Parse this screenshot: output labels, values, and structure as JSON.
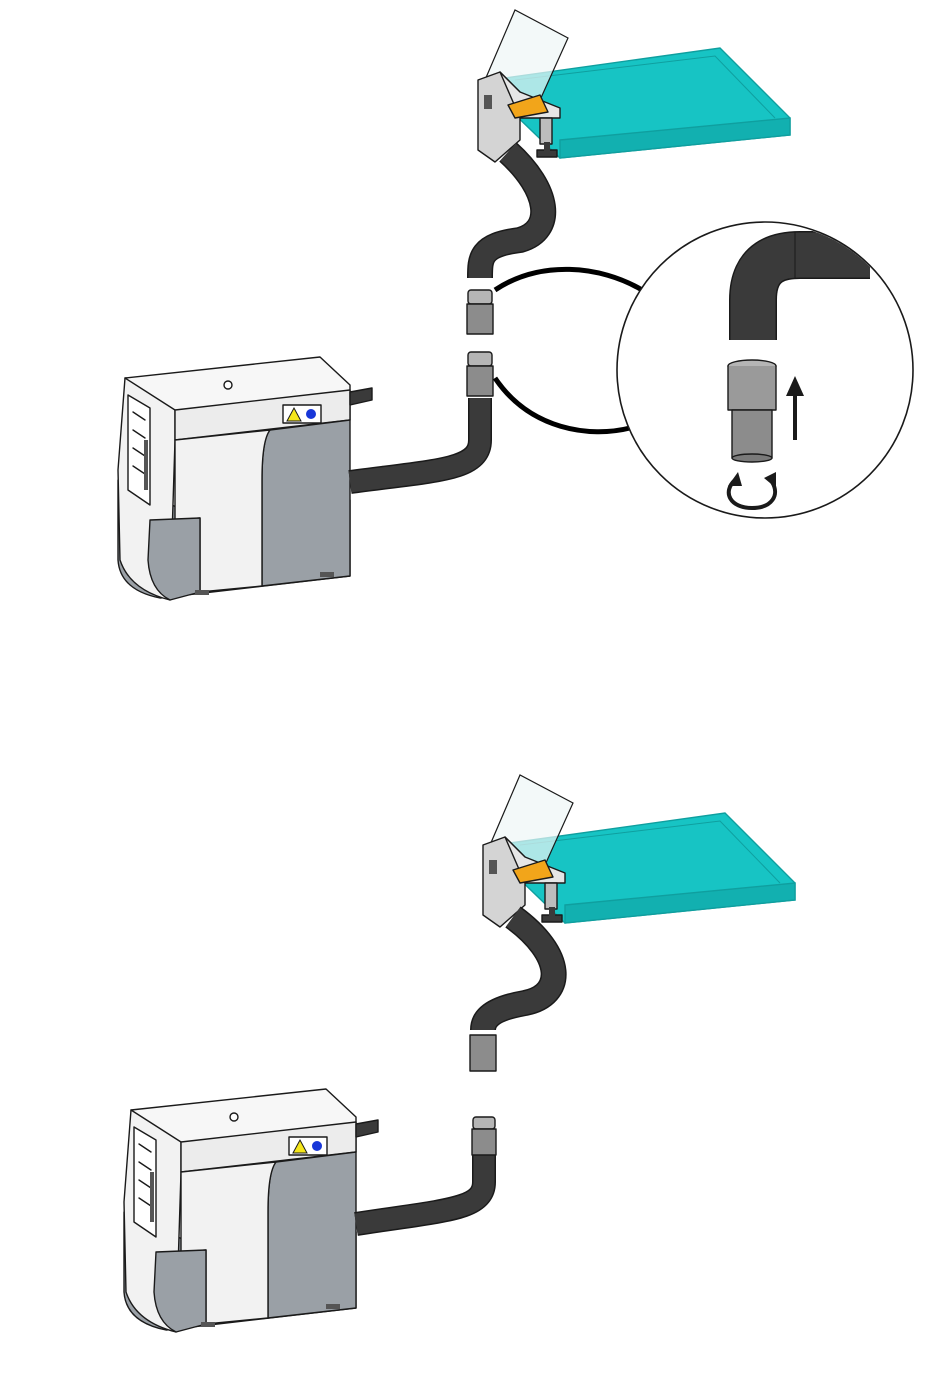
{
  "colors": {
    "background": "#ffffff",
    "outline": "#1a1a1a",
    "unit_body_light": "#f2f2f2",
    "unit_body_dark": "#9aa0a6",
    "hose": "#3a3a3a",
    "coupling": "#8c8c8c",
    "coupling_top": "#b5b5b5",
    "tray": "#17c4c4",
    "tray_edge": "#0f9f9f",
    "lid": "#eef6f6",
    "bracket": "#d4d4d4",
    "handle": "#f2a51a",
    "warning_sign": "#f5e61a",
    "info_dot": "#1836d8"
  },
  "icons": {
    "warning": "warning-triangle-icon",
    "info": "blue-dot-icon",
    "rotate": "rotate-arrows-icon",
    "push": "up-arrow-icon"
  },
  "steps": [
    {
      "id": "step-1",
      "state": "disconnected-with-detail"
    },
    {
      "id": "step-2",
      "state": "disconnected"
    }
  ]
}
